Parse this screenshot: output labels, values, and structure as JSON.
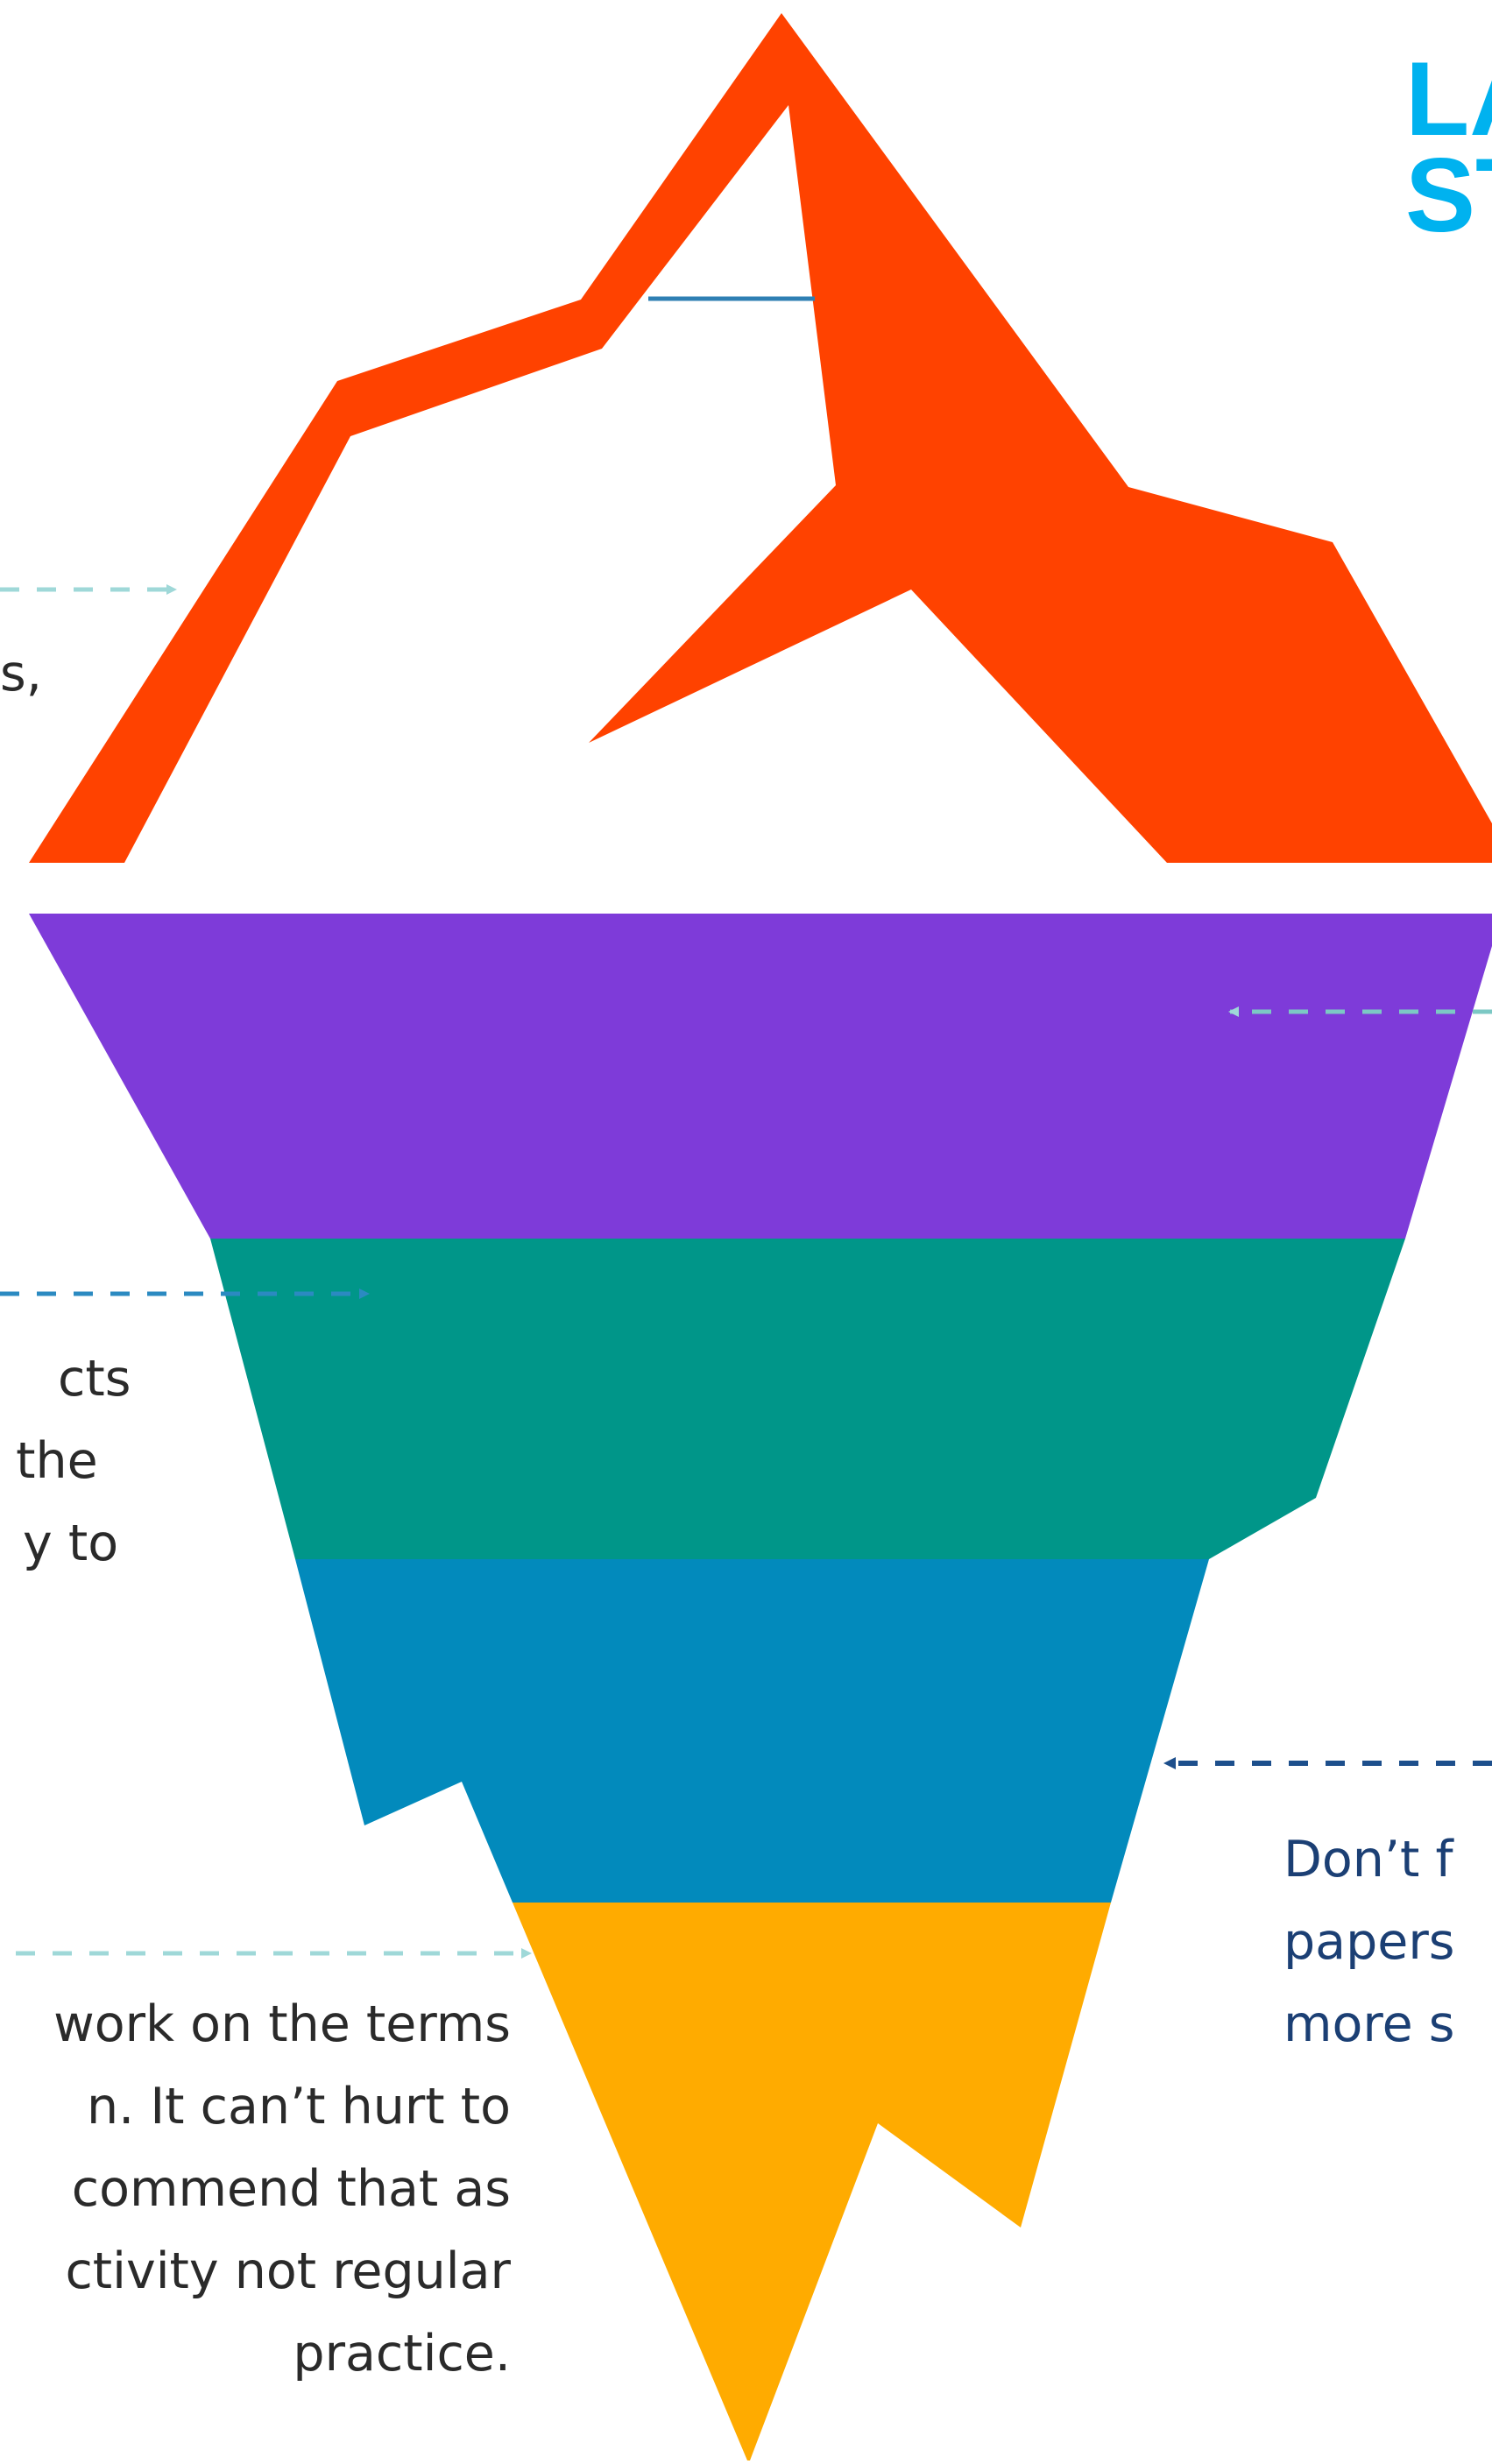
{
  "heading": {
    "line1": "LA",
    "line2": "ST",
    "color": "#00b2ef"
  },
  "annotations": {
    "tip_fragment": "s,",
    "middle_left": [
      "cts",
      " the",
      "y to"
    ],
    "right_bottom": [
      "Don’t f",
      "papers",
      "more s"
    ],
    "bottom_left": [
      "work on the terms",
      "n. It can’t hurt to",
      "commend that as",
      "ctivity not regular",
      "practice."
    ]
  },
  "colors": {
    "peak": "#ff4200",
    "band_purple": "#7e3bd9",
    "band_teal": "#009689",
    "band_blue": "#028abc",
    "band_yellow": "#ffab00",
    "arrow_light": "#9fd8d8",
    "arrow_mid": "#2b8ac1",
    "arrow_dark": "#1d4f8c",
    "line": "#2e7fb3"
  }
}
